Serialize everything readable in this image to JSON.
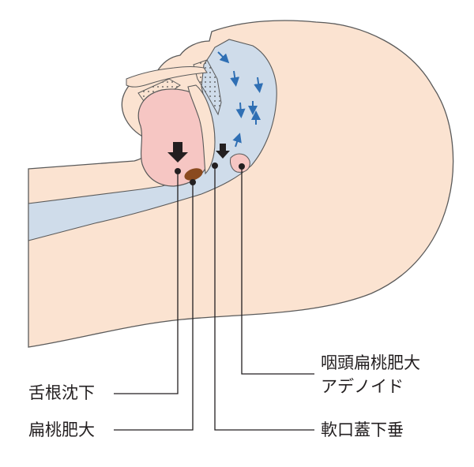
{
  "labels": {
    "tongue": "舌根沈下",
    "tonsil": "扁桃肥大",
    "adenoid_line1": "咽頭扁桃肥大",
    "adenoid_line2": "アデノイド",
    "soft_palate": "軟口蓋下垂"
  },
  "colors": {
    "skin": "#fbe3d1",
    "airway": "#cfdcea",
    "tongue": "#f6c6c3",
    "tonsil": "#8a4a1f",
    "arrow_blue": "#2f6fb4",
    "arrow_black": "#231f20",
    "outline": "#5a5a5a"
  }
}
